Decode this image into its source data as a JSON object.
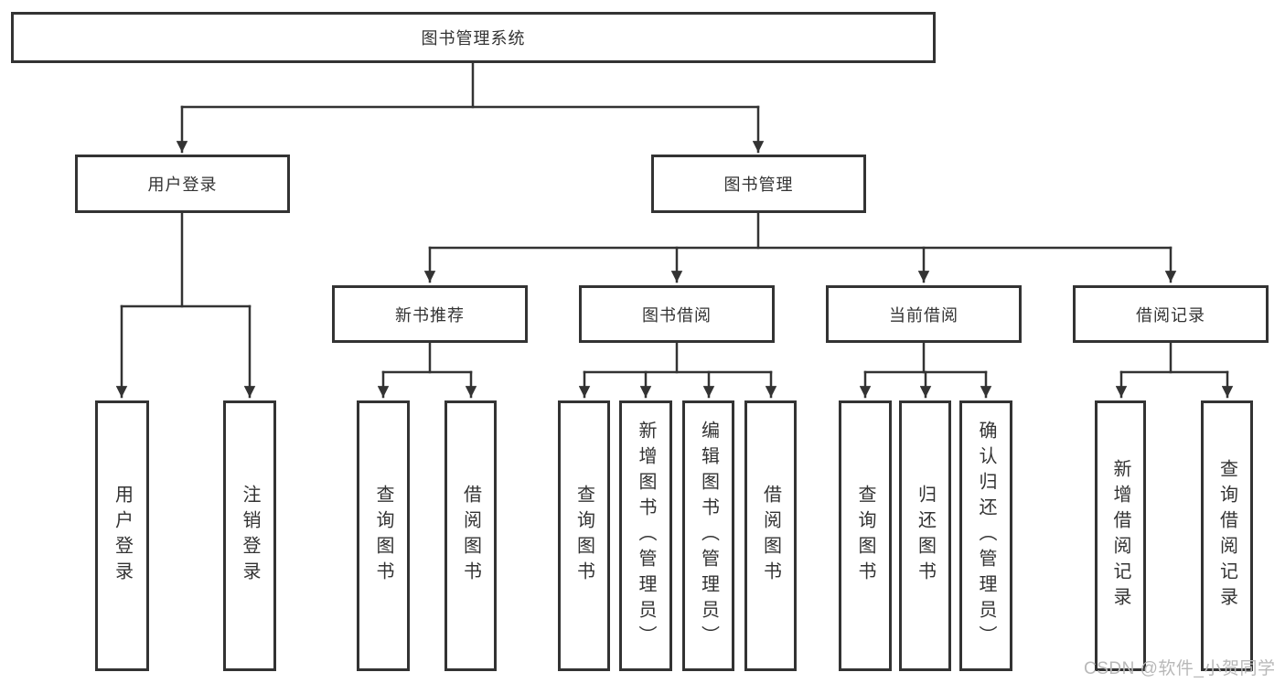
{
  "tree": {
    "label": "图书管理系统",
    "children": [
      {
        "label": "用户登录",
        "children": [
          {
            "label": "用户登录"
          },
          {
            "label": "注销登录"
          }
        ]
      },
      {
        "label": "图书管理",
        "children": [
          {
            "label": "新书推荐",
            "children": [
              {
                "label": "查询图书"
              },
              {
                "label": "借阅图书"
              }
            ]
          },
          {
            "label": "图书借阅",
            "children": [
              {
                "label": "查询图书"
              },
              {
                "label": "新增图书（管理员）"
              },
              {
                "label": "编辑图书（管理员）"
              },
              {
                "label": "借阅图书"
              }
            ]
          },
          {
            "label": "当前借阅",
            "children": [
              {
                "label": "查询图书"
              },
              {
                "label": "归还图书"
              },
              {
                "label": "确认归还（管理员）"
              }
            ]
          },
          {
            "label": "借阅记录",
            "children": [
              {
                "label": "新增借阅记录"
              },
              {
                "label": "查询借阅记录"
              }
            ]
          }
        ]
      }
    ]
  },
  "watermark": {
    "text": "CSDN @软件_小贺同学"
  },
  "colors": {
    "line": "#333333",
    "box_border": "#333333",
    "text": "#333333",
    "watermark": "#b8b8b8",
    "background": "#ffffff"
  }
}
